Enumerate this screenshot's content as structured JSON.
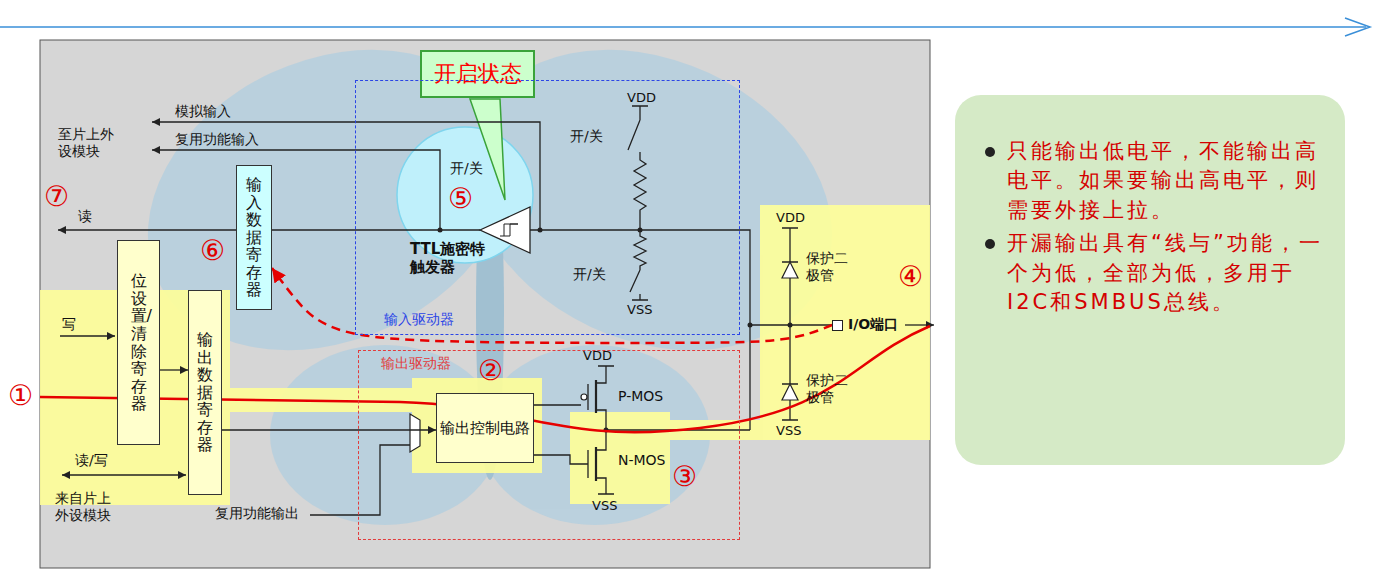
{
  "diagram": {
    "nodes": [
      {
        "text": [
          "开启状态"
        ]
      },
      {
        "text": [
          "输入驱动器"
        ]
      },
      {
        "text": [
          "位设置/清除寄存器"
        ]
      },
      {
        "text": [
          "输入数据寄存器"
        ]
      },
      {
        "text": [
          "输出数据寄存器"
        ]
      },
      {
        "text": [
          "输出驱动器"
        ]
      },
      {
        "text": [
          "输出控制电路"
        ],
        "in": 5
      },
      {
        "text": [
          "I/O端口"
        ]
      },
      {
        "text": [
          "只能输出低电平，不能输出高电平。如果要输出高电平，则需要外接上拉。",
          "开漏输出具有“线与”功能，一个为低，全部为低，多用于I2C和SMBUS总线。"
        ]
      }
    ],
    "edges": [
      {
        "from": 2,
        "to": 4,
        "arrow": "to"
      },
      {
        "from": 4,
        "to": 6,
        "arrow": "to"
      },
      {
        "from": 7,
        "to": 3,
        "arrow": "to"
      }
    ],
    "labels": [
      "至片上外设模块",
      "模拟输入",
      "复用功能输入",
      "读",
      "写",
      "读/写",
      "来自片上外设模块",
      "复用功能输出",
      "开/关",
      "开/关",
      "开/关",
      "VDD",
      "VSS",
      "TTL施密特触发器",
      "VDD",
      "P-MOS",
      "N-MOS",
      "VSS",
      "VDD",
      "保护二极管",
      "保护二极管",
      "VSS",
      "①",
      "②",
      "③",
      "④",
      "⑤",
      "⑥",
      "⑦"
    ]
  }
}
